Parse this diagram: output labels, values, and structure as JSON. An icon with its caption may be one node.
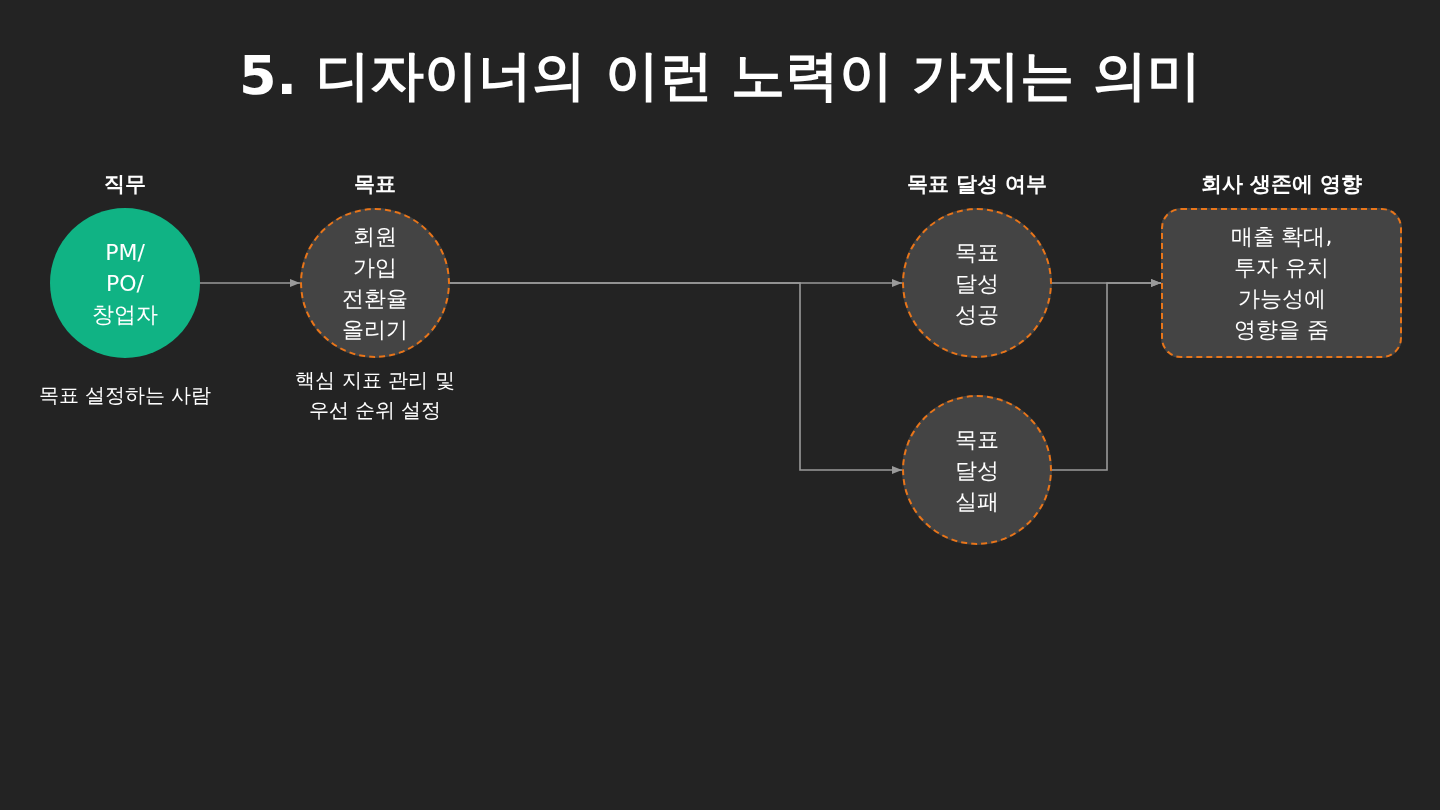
{
  "diagram": {
    "title": "5. 디자이너의 이런 노력이 가지는 의미",
    "nodes": [
      {
        "text": [
          "직무",
          "PM/ PO/ 창업자"
        ],
        "beside": [
          "목표 설정하는 사람"
        ]
      },
      {
        "text": [
          "목표",
          "회원 가입 전환율 올리기"
        ],
        "beside": [
          "핵심 지표 관리 및 우선 순위 설정"
        ]
      },
      {
        "text": [
          "목표 달성 여부",
          "목표 달성 성공"
        ]
      },
      {
        "text": [
          "목표 달성 실패"
        ]
      },
      {
        "text": [
          "회사 생존에 영향",
          "매출 확대, 투자 유치 가능성에 영향을 줌"
        ]
      }
    ],
    "edges": [
      {
        "from": 0,
        "to": 1,
        "arrow": "to"
      },
      {
        "from": 1,
        "to": 2,
        "arrow": "to"
      },
      {
        "from": 1,
        "to": 3,
        "arrow": "to"
      },
      {
        "from": 2,
        "to": 4,
        "arrow": "to"
      },
      {
        "from": 3,
        "to": 4,
        "arrow": "to"
      }
    ]
  }
}
